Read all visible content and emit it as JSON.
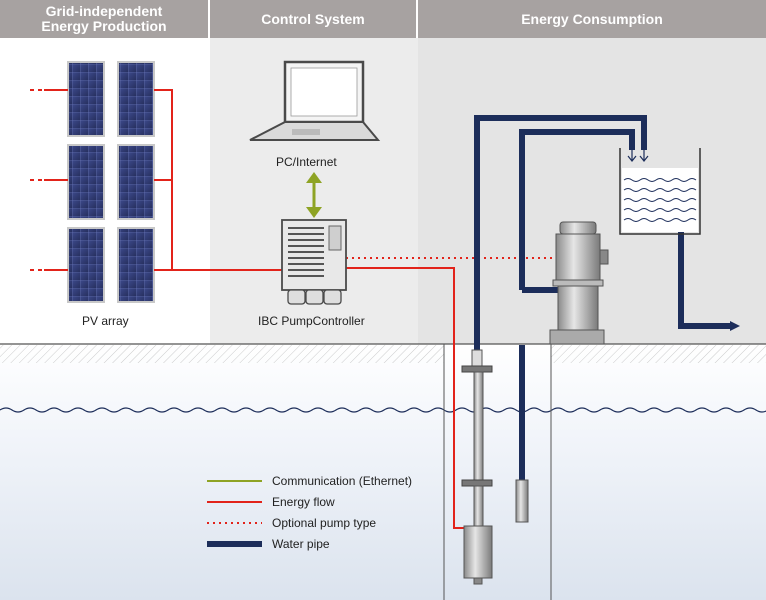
{
  "headers": {
    "production": "Grid-independent\nEnergy Production",
    "control": "Control System",
    "consumption": "Energy Consumption"
  },
  "labels": {
    "pc": "PC/Internet",
    "controller": "IBC PumpController",
    "pv": "PV array"
  },
  "legend": [
    {
      "label": "Communication (Ethernet)",
      "style": "solid",
      "color": "#8ea324"
    },
    {
      "label": "Energy flow",
      "style": "solid",
      "color": "#e2231a"
    },
    {
      "label": "Optional pump type",
      "style": "dotted",
      "color": "#e2231a"
    },
    {
      "label": "Water pipe",
      "style": "thick",
      "color": "#1c2d5a"
    }
  ],
  "colors": {
    "header": "#a7a2a1",
    "control_bg": "#ececec",
    "consumption_bg": "#e4e4e4",
    "energy": "#e2231a",
    "communication": "#8ea324",
    "water_pipe": "#1c2d5a",
    "ground": "#dfe5ef"
  }
}
